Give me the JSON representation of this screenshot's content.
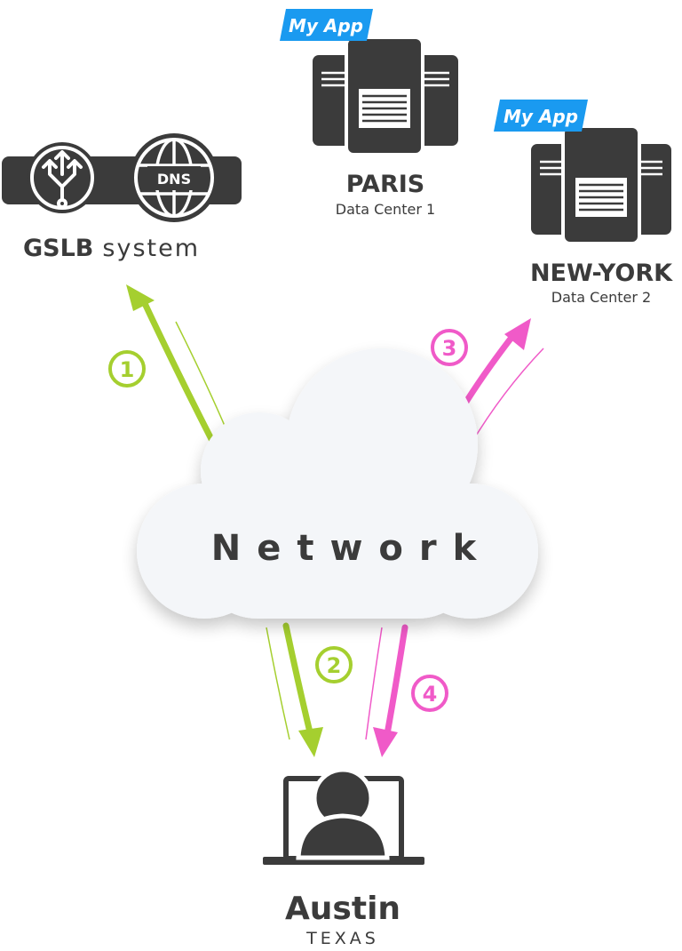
{
  "gslb": {
    "title_bold": "GSLB",
    "title_light": "system",
    "dns_label": "DNS"
  },
  "datacenters": [
    {
      "badge": "My App",
      "city": "PARIS",
      "subtitle": "Data Center 1"
    },
    {
      "badge": "My App",
      "city": "NEW-YORK",
      "subtitle": "Data Center 2"
    }
  ],
  "network": {
    "label": "Network"
  },
  "user": {
    "city": "Austin",
    "state": "TEXAS"
  },
  "steps": [
    {
      "number": "1",
      "color": "#a5cf2f"
    },
    {
      "number": "2",
      "color": "#a5cf2f"
    },
    {
      "number": "3",
      "color": "#f05ac8"
    },
    {
      "number": "4",
      "color": "#f05ac8"
    }
  ],
  "colors": {
    "dark": "#3b3b3b",
    "badge_blue": "#1a9af0",
    "green_arrow": "#a5cf2f",
    "pink_arrow": "#f05ac8",
    "cloud": "#f4f6f9"
  },
  "icons": [
    "load-balancer-icon",
    "dns-globe-icon",
    "server-icon",
    "user-laptop-icon",
    "cloud-icon"
  ]
}
